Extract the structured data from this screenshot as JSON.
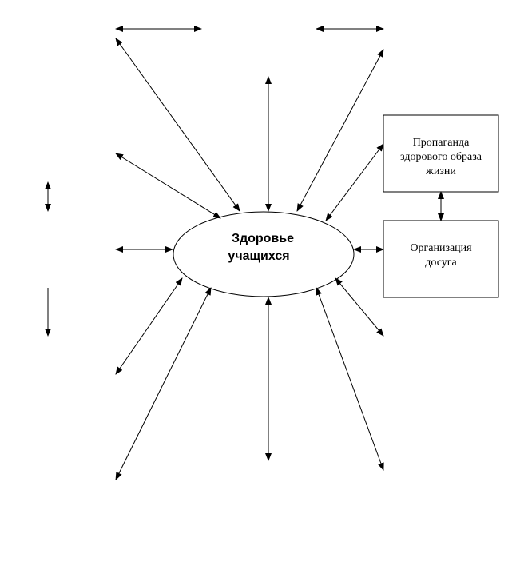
{
  "center": {
    "label_line1": "Здоровье",
    "label_line2": "учащихся"
  },
  "boxes": {
    "propaganda": {
      "line1": "Пропаганда",
      "line2": "здорового образа",
      "line3": "жизни"
    },
    "leisure": {
      "line1": "Организация",
      "line2": "досуга"
    }
  },
  "colors": {
    "line": "#000000",
    "background": "#ffffff"
  }
}
